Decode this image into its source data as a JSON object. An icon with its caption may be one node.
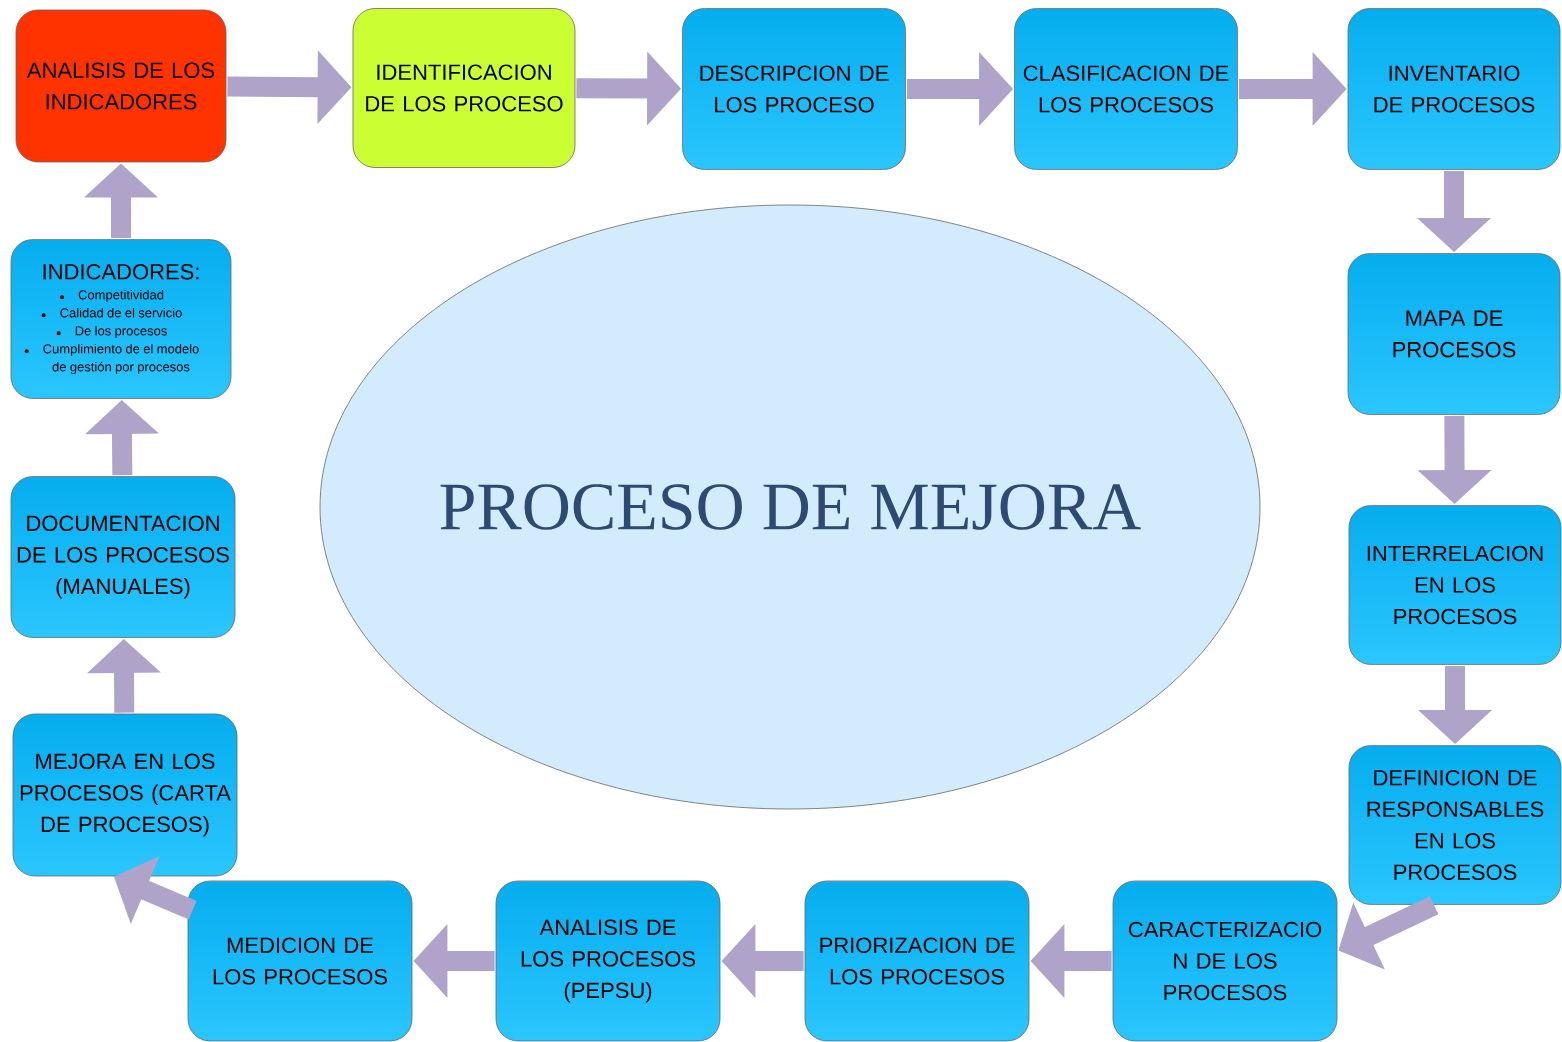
{
  "diagram": {
    "nodes": [
      {
        "text": [
          "ANALISIS DE LOS INDICADORES"
        ]
      },
      {
        "text": [
          "IDENTIFICACION DE LOS PROCESO"
        ]
      },
      {
        "text": [
          "DESCRIPCION DE LOS PROCESO"
        ]
      },
      {
        "text": [
          "CLASIFICACION DE LOS PROCESOS"
        ]
      },
      {
        "text": [
          "INVENTARIO DE PROCESOS"
        ]
      },
      {
        "text": [
          "MAPA DE PROCESOS"
        ]
      },
      {
        "text": [
          "INTERRELACION EN LOS PROCESOS"
        ]
      },
      {
        "text": [
          "DEFINICION DE RESPONSABLES EN LOS PROCESOS"
        ]
      },
      {
        "text": [
          "CARACTERIZACIO N DE LOS PROCESOS"
        ]
      },
      {
        "text": [
          "PRIORIZACION DE LOS PROCESOS"
        ]
      },
      {
        "text": [
          "ANALISIS DE LOS PROCESOS (PEPSU)"
        ]
      },
      {
        "text": [
          "MEDICION DE LOS PROCESOS"
        ]
      },
      {
        "text": [
          "MEJORA EN LOS PROCESOS (CARTA DE PROCESOS)"
        ]
      },
      {
        "text": [
          "DOCUMENTACION DE LOS PROCESOS (MANUALES)"
        ]
      },
      {
        "text": [
          "INDICADORES:",
          "Competitividad",
          "Calidad de el servicio",
          "De los procesos",
          "Cumplimiento de el modelo de gestión por procesos"
        ]
      },
      {
        "text": [
          "PROCESO DE MEJORA"
        ]
      }
    ],
    "edges": [
      {
        "from": 0,
        "to": 1,
        "arrow": "to"
      },
      {
        "from": 1,
        "to": 2,
        "arrow": "to"
      },
      {
        "from": 2,
        "to": 3,
        "arrow": "to"
      },
      {
        "from": 3,
        "to": 4,
        "arrow": "to"
      },
      {
        "from": 4,
        "to": 5,
        "arrow": "to"
      },
      {
        "from": 5,
        "to": 6,
        "arrow": "to"
      },
      {
        "from": 6,
        "to": 7,
        "arrow": "to"
      },
      {
        "from": 7,
        "to": 8,
        "arrow": "to"
      },
      {
        "from": 8,
        "to": 9,
        "arrow": "to"
      },
      {
        "from": 9,
        "to": 10,
        "arrow": "to"
      },
      {
        "from": 10,
        "to": 11,
        "arrow": "to"
      },
      {
        "from": 11,
        "to": 12,
        "arrow": "to"
      },
      {
        "from": 12,
        "to": 13,
        "arrow": "to"
      },
      {
        "from": 13,
        "to": 14,
        "arrow": "to"
      },
      {
        "from": 14,
        "to": 0,
        "arrow": "to"
      }
    ]
  }
}
